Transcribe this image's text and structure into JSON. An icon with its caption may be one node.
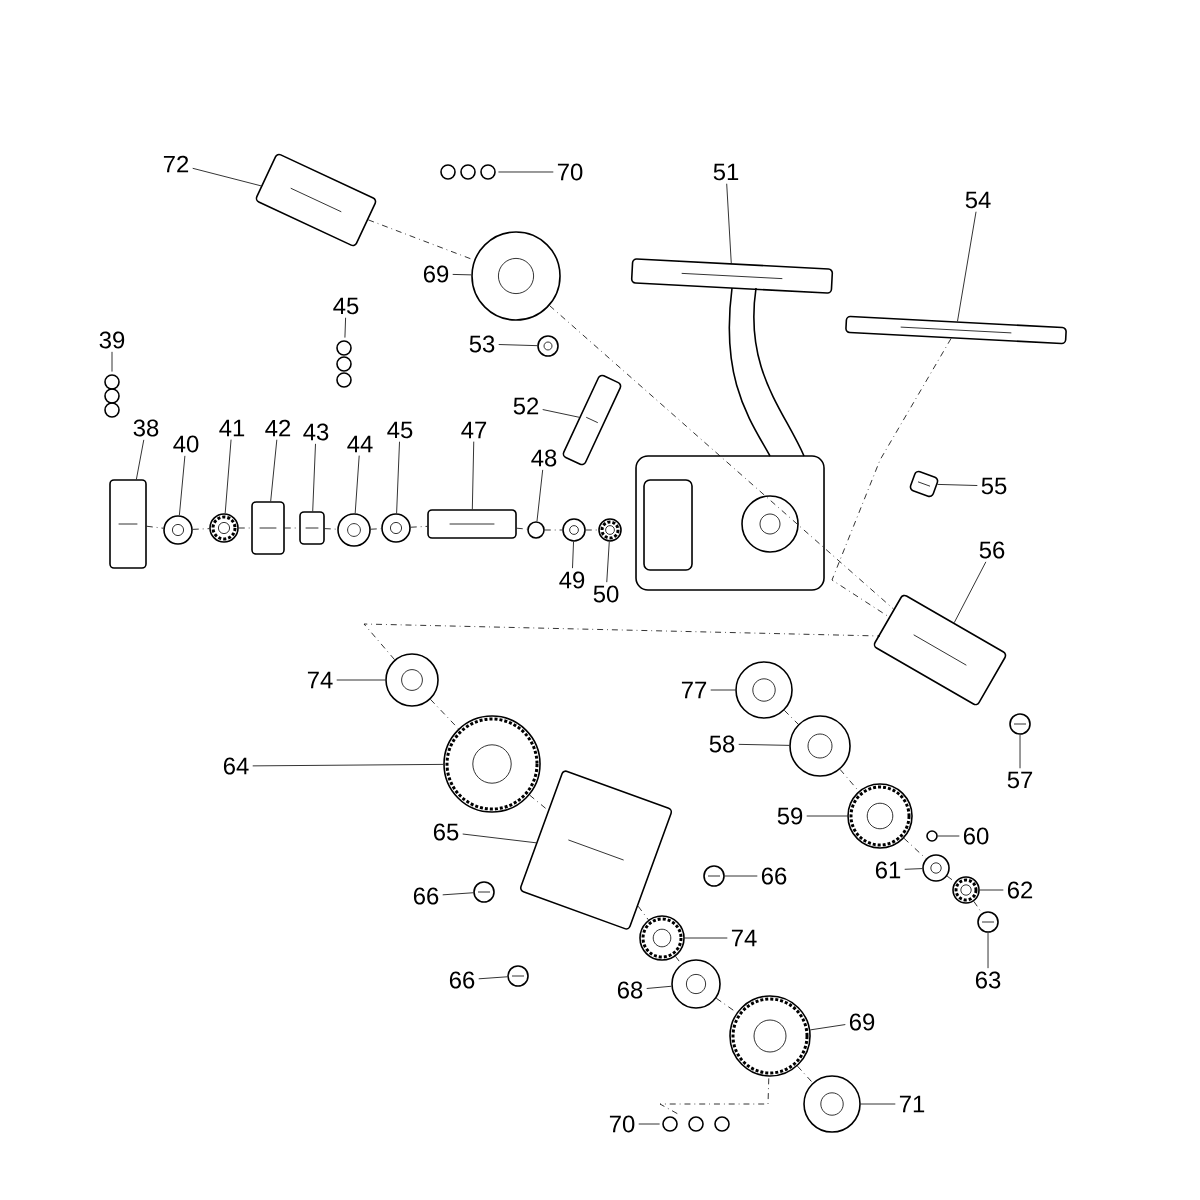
{
  "diagram": {
    "nodes": [
      {
        "text": [
          "72"
        ]
      },
      {
        "text": [],
        "shape": "picture"
      },
      {
        "text": [
          "70"
        ]
      },
      {
        "text": [],
        "shape": "picture"
      },
      {
        "text": [
          "69"
        ]
      },
      {
        "text": [],
        "shape": "circle"
      },
      {
        "text": [
          "51"
        ]
      },
      {
        "text": [],
        "shape": "picture"
      },
      {
        "text": [
          "53"
        ]
      },
      {
        "text": [],
        "shape": "circle"
      },
      {
        "text": [
          "52"
        ]
      },
      {
        "text": [],
        "shape": "picture"
      },
      {
        "text": [
          "54"
        ]
      },
      {
        "text": [],
        "shape": "picture"
      },
      {
        "text": [
          "55"
        ]
      },
      {
        "text": [],
        "shape": "picture"
      },
      {
        "text": [
          "39"
        ]
      },
      {
        "text": [],
        "shape": "picture"
      },
      {
        "text": [
          "45"
        ]
      },
      {
        "text": [],
        "shape": "picture"
      },
      {
        "text": [
          "38"
        ]
      },
      {
        "text": [],
        "shape": "picture"
      },
      {
        "text": [
          "40"
        ]
      },
      {
        "text": [],
        "shape": "circle"
      },
      {
        "text": [
          "41"
        ]
      },
      {
        "text": [],
        "shape": "circle"
      },
      {
        "text": [
          "42"
        ]
      },
      {
        "text": [],
        "shape": "picture"
      },
      {
        "text": [
          "43"
        ]
      },
      {
        "text": [],
        "shape": "picture"
      },
      {
        "text": [
          "44"
        ]
      },
      {
        "text": [],
        "shape": "circle"
      },
      {
        "text": [
          "45"
        ]
      },
      {
        "text": [],
        "shape": "circle"
      },
      {
        "text": [
          "47"
        ]
      },
      {
        "text": [],
        "shape": "picture"
      },
      {
        "text": [
          "48"
        ]
      },
      {
        "text": [],
        "shape": "circle"
      },
      {
        "text": [
          "49"
        ]
      },
      {
        "text": [],
        "shape": "circle"
      },
      {
        "text": [
          "50"
        ]
      },
      {
        "text": [],
        "shape": "circle"
      },
      {
        "text": [
          "56"
        ]
      },
      {
        "text": [],
        "shape": "picture"
      },
      {
        "text": [
          "57"
        ]
      },
      {
        "text": [],
        "shape": "picture"
      },
      {
        "text": [
          "74"
        ]
      },
      {
        "text": [],
        "shape": "circle"
      },
      {
        "text": [
          "77"
        ]
      },
      {
        "text": [],
        "shape": "circle"
      },
      {
        "text": [
          "64"
        ]
      },
      {
        "text": [],
        "shape": "circle"
      },
      {
        "text": [
          "58"
        ]
      },
      {
        "text": [],
        "shape": "circle"
      },
      {
        "text": [
          "65"
        ]
      },
      {
        "text": [],
        "shape": "picture"
      },
      {
        "text": [
          "59"
        ]
      },
      {
        "text": [],
        "shape": "circle"
      },
      {
        "text": [
          "60"
        ]
      },
      {
        "text": [],
        "shape": "circle"
      },
      {
        "text": [
          "66"
        ]
      },
      {
        "text": [],
        "shape": "picture"
      },
      {
        "text": [
          "66"
        ]
      },
      {
        "text": [],
        "shape": "picture"
      },
      {
        "text": [
          "61"
        ]
      },
      {
        "text": [],
        "shape": "circle"
      },
      {
        "text": [
          "62"
        ]
      },
      {
        "text": [],
        "shape": "circle"
      },
      {
        "text": [
          "63"
        ]
      },
      {
        "text": [],
        "shape": "picture"
      },
      {
        "text": [
          "74"
        ]
      },
      {
        "text": [],
        "shape": "circle"
      },
      {
        "text": [
          "66"
        ]
      },
      {
        "text": [],
        "shape": "picture"
      },
      {
        "text": [
          "68"
        ]
      },
      {
        "text": [],
        "shape": "circle"
      },
      {
        "text": [
          "69"
        ]
      },
      {
        "text": [],
        "shape": "circle"
      },
      {
        "text": [
          "71"
        ]
      },
      {
        "text": [],
        "shape": "circle"
      },
      {
        "text": [
          "70"
        ]
      },
      {
        "text": [],
        "shape": "picture"
      }
    ],
    "edges": [
      {
        "from": 0,
        "to": 1,
        "arrow": "none"
      },
      {
        "from": 2,
        "to": 3,
        "arrow": "none"
      },
      {
        "from": 4,
        "to": 5,
        "arrow": "none"
      },
      {
        "from": 6,
        "to": 7,
        "arrow": "none"
      },
      {
        "from": 8,
        "to": 9,
        "arrow": "none"
      },
      {
        "from": 10,
        "to": 11,
        "arrow": "none"
      },
      {
        "from": 12,
        "to": 13,
        "arrow": "none"
      },
      {
        "from": 14,
        "to": 15,
        "arrow": "none"
      },
      {
        "from": 16,
        "to": 17,
        "arrow": "none"
      },
      {
        "from": 18,
        "to": 19,
        "arrow": "none"
      },
      {
        "from": 20,
        "to": 21,
        "arrow": "none"
      },
      {
        "from": 22,
        "to": 23,
        "arrow": "none"
      },
      {
        "from": 24,
        "to": 25,
        "arrow": "none"
      },
      {
        "from": 26,
        "to": 27,
        "arrow": "none"
      },
      {
        "from": 28,
        "to": 29,
        "arrow": "none"
      },
      {
        "from": 30,
        "to": 31,
        "arrow": "none"
      },
      {
        "from": 32,
        "to": 33,
        "arrow": "none"
      },
      {
        "from": 34,
        "to": 35,
        "arrow": "none"
      },
      {
        "from": 36,
        "to": 37,
        "arrow": "none"
      },
      {
        "from": 38,
        "to": 39,
        "arrow": "none"
      },
      {
        "from": 40,
        "to": 41,
        "arrow": "none"
      },
      {
        "from": 42,
        "to": 43,
        "arrow": "none"
      },
      {
        "from": 44,
        "to": 45,
        "arrow": "none"
      },
      {
        "from": 46,
        "to": 47,
        "arrow": "none"
      },
      {
        "from": 48,
        "to": 49,
        "arrow": "none"
      },
      {
        "from": 50,
        "to": 51,
        "arrow": "none"
      },
      {
        "from": 52,
        "to": 53,
        "arrow": "none"
      },
      {
        "from": 54,
        "to": 55,
        "arrow": "none"
      },
      {
        "from": 56,
        "to": 57,
        "arrow": "none"
      },
      {
        "from": 58,
        "to": 59,
        "arrow": "none"
      },
      {
        "from": 60,
        "to": 61,
        "arrow": "none"
      },
      {
        "from": 62,
        "to": 63,
        "arrow": "none"
      },
      {
        "from": 64,
        "to": 65,
        "arrow": "none"
      },
      {
        "from": 66,
        "to": 67,
        "arrow": "none"
      },
      {
        "from": 68,
        "to": 69,
        "arrow": "none"
      },
      {
        "from": 70,
        "to": 71,
        "arrow": "none"
      },
      {
        "from": 72,
        "to": 73,
        "arrow": "none"
      },
      {
        "from": 74,
        "to": 75,
        "arrow": "none"
      },
      {
        "from": 76,
        "to": 77,
        "arrow": "none"
      },
      {
        "from": 78,
        "to": 79,
        "arrow": "none"
      },
      {
        "from": 80,
        "to": 81,
        "arrow": "none"
      },
      {
        "from": 1,
        "to": 5,
        "arrow": "none",
        "style": "dashed"
      },
      {
        "from": 5,
        "to": 43,
        "arrow": "none",
        "style": "dashed"
      },
      {
        "from": 21,
        "to": 23,
        "arrow": "none",
        "style": "dashed"
      },
      {
        "from": 23,
        "to": 25,
        "arrow": "none",
        "style": "dashed"
      },
      {
        "from": 25,
        "to": 27,
        "arrow": "none",
        "style": "dashed"
      },
      {
        "from": 27,
        "to": 29,
        "arrow": "none",
        "style": "dashed"
      },
      {
        "from": 29,
        "to": 31,
        "arrow": "none",
        "style": "dashed"
      },
      {
        "from": 31,
        "to": 33,
        "arrow": "none",
        "style": "dashed"
      },
      {
        "from": 33,
        "to": 35,
        "arrow": "none",
        "style": "dashed"
      },
      {
        "from": 35,
        "to": 37,
        "arrow": "none",
        "style": "dashed"
      },
      {
        "from": 37,
        "to": 39,
        "arrow": "none",
        "style": "dashed"
      },
      {
        "from": 39,
        "to": 41,
        "arrow": "none",
        "style": "dashed"
      },
      {
        "from": 47,
        "to": 43,
        "arrow": "none",
        "style": "dashed"
      },
      {
        "from": 47,
        "to": 51,
        "arrow": "none",
        "style": "dashed"
      },
      {
        "from": 51,
        "to": 55,
        "arrow": "none",
        "style": "dashed"
      },
      {
        "from": 55,
        "to": 71,
        "arrow": "none",
        "style": "dashed"
      },
      {
        "from": 71,
        "to": 75,
        "arrow": "none",
        "style": "dashed"
      },
      {
        "from": 75,
        "to": 77,
        "arrow": "none",
        "style": "dashed"
      },
      {
        "from": 77,
        "to": 79,
        "arrow": "none",
        "style": "dashed"
      },
      {
        "from": 49,
        "to": 53,
        "arrow": "none",
        "style": "dashed"
      },
      {
        "from": 53,
        "to": 57,
        "arrow": "none",
        "style": "dashed"
      },
      {
        "from": 57,
        "to": 65,
        "arrow": "none",
        "style": "dashed"
      },
      {
        "from": 65,
        "to": 67,
        "arrow": "none",
        "style": "dashed"
      },
      {
        "from": 67,
        "to": 69,
        "arrow": "none",
        "style": "dashed"
      },
      {
        "from": 13,
        "to": 43,
        "arrow": "none",
        "style": "dashed"
      },
      {
        "from": 81,
        "to": 77,
        "arrow": "none",
        "style": "dashed"
      }
    ]
  }
}
